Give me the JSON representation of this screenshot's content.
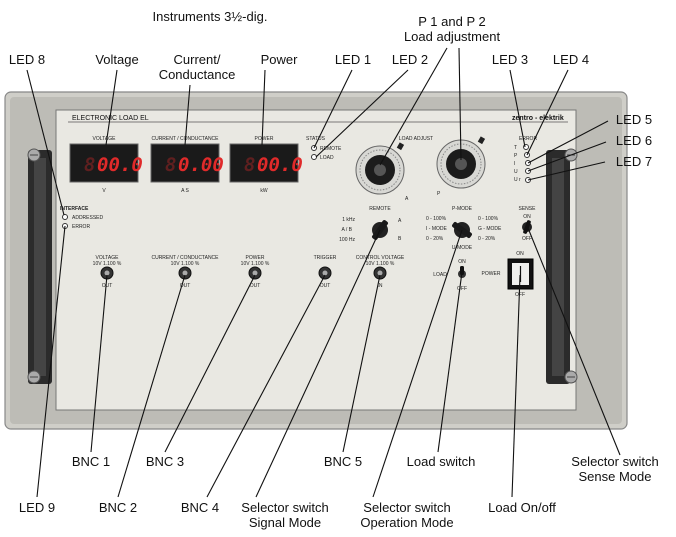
{
  "callouts": {
    "instruments": "Instruments 3½-dig.",
    "p1p2_line1": "P 1 and P 2",
    "p1p2_line2": "Load adjustment",
    "led8": "LED 8",
    "voltage": "Voltage",
    "current_line1": "Current/",
    "current_line2": "Conductance",
    "power": "Power",
    "led1": "LED 1",
    "led2": "LED 2",
    "led3": "LED 3",
    "led4": "LED 4",
    "led5": "LED 5",
    "led6": "LED 6",
    "led7": "LED 7",
    "bnc1": "BNC 1",
    "bnc3": "BNC 3",
    "bnc5": "BNC 5",
    "load_switch": "Load switch",
    "sense_line1": "Selector switch",
    "sense_line2": "Sense Mode",
    "led9": "LED 9",
    "bnc2": "BNC 2",
    "bnc4": "BNC 4",
    "signal_line1": "Selector switch",
    "signal_line2": "Signal Mode",
    "operation_line1": "Selector switch",
    "operation_line2": "Operation Mode",
    "load_onoff": "Load On/off"
  },
  "panel": {
    "title": "ELECTRONIC LOAD  EL",
    "brand": "zentro - elektrik",
    "meter_voltage_label": "VOLTAGE",
    "meter_current_label": "CURRENT / CONDUCTANCE",
    "meter_power_label": "POWER",
    "meter_voltage_value": "00.0",
    "meter_current_value": "0.00",
    "meter_power_value": "00.0",
    "meter_voltage_unit": "V",
    "meter_current_unit": "A  S",
    "meter_power_unit": "kW",
    "status": "STATUS",
    "remote": "REMOTE",
    "load": "LOAD",
    "load_adjust": "LOAD ADJUST",
    "knob_label_left": "A",
    "knob_label_right": "P",
    "error": "ERROR",
    "error_t": "T",
    "error_p": "P",
    "error_i": "I",
    "error_u": "U",
    "error_ur": "U r",
    "interface": "INTERFACE",
    "addressed": "ADDRESSED",
    "error_led": "ERROR",
    "remote_sw": "REMOTE",
    "remote_1khz": "1 kHz",
    "remote_ab": "A / B",
    "remote_100hz": "100 Hz",
    "remote_a": "A",
    "remote_b": "B",
    "pmode": "P-MODE",
    "mode_i": "I - MODE",
    "mode_g": "G - MODE",
    "mode_u": "U-MODE",
    "range_0_100a": "0 - 100%",
    "range_0_100b": "0 - 100%",
    "range_0_20a": "0 - 20%",
    "range_0_20b": "0 - 20%",
    "sense": "SENSE",
    "sense_on": "ON",
    "sense_off": "OFF",
    "bnc_voltage": "VOLTAGE",
    "bnc_voltage_sub": "10V  1.100 %",
    "bnc_current": "CURRENT / CONDUCTANCE",
    "bnc_current_sub": "10V  1.100 %",
    "bnc_power": "POWER",
    "bnc_power_sub": "10V  1.100 %",
    "bnc_trigger": "TRIGGER",
    "bnc_control": "CONTROL VOLTAGE",
    "bnc_control_sub": "10V  1.100 %",
    "bnc_out": "OUT",
    "bnc_in": "IN",
    "load_sw_label": "LOAD",
    "load_on": "ON",
    "load_off": "OFF",
    "power_sw": "POWER",
    "power_on": "ON",
    "power_off": "OFF"
  },
  "colors": {
    "panel": "#e9e8e2",
    "frame": "#c9c8c2",
    "meter_bg": "#1a1a1a",
    "segment": "#e02a2a"
  }
}
